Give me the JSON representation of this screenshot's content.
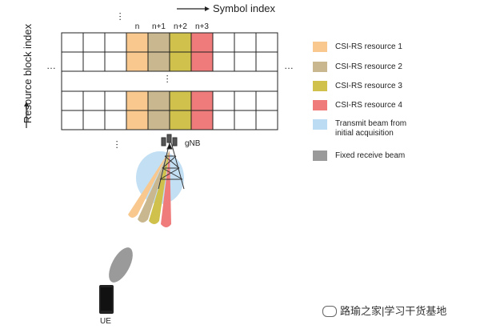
{
  "axes": {
    "symbol_label": "Symbol index",
    "rb_label": "Resource block index"
  },
  "grid": {
    "columns": [
      "n",
      "n+1",
      "n+2",
      "n+3"
    ],
    "ellipsis": "…",
    "colors": {
      "res1": "#f8c88f",
      "res2": "#c9b88f",
      "res3": "#cfc14b",
      "res4": "#ef7b7b"
    }
  },
  "gnb_label": "gNB",
  "ue_label": "UE",
  "legend": [
    {
      "label": "CSI-RS resource 1",
      "color": "#f8c88f"
    },
    {
      "label": "CSI-RS resource 2",
      "color": "#c9b88f"
    },
    {
      "label": "CSI-RS resource 3",
      "color": "#cfc14b"
    },
    {
      "label": "CSI-RS resource 4",
      "color": "#ef7b7b"
    },
    {
      "label": "Transmit beam from initial acquisition",
      "color": "#bcdcf3"
    },
    {
      "label": "Fixed receive beam",
      "color": "#9a9a9a"
    }
  ],
  "watermark": "路瑜之家|学习干货基地"
}
